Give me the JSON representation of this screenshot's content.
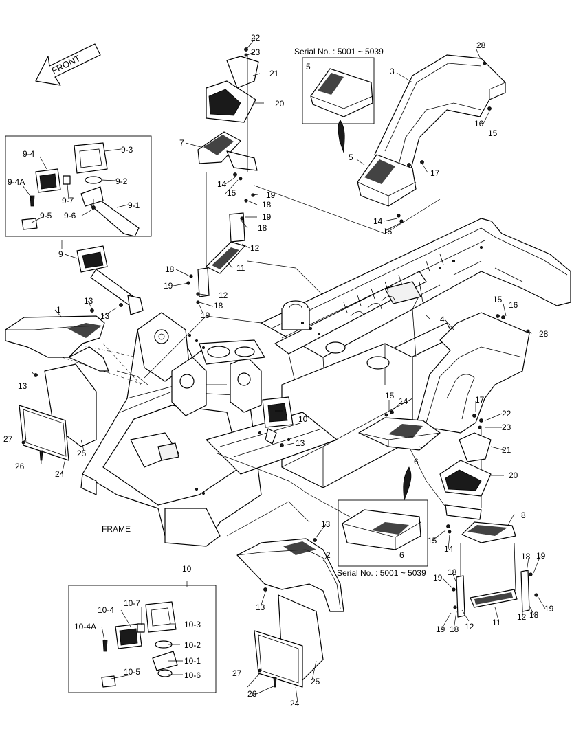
{
  "front_label": "FRONT",
  "frame_label": "FRAME",
  "serial_note_top": "Serial No. : 5001 ~ 5039",
  "serial_note_bottom": "Serial No. : 5001 ~ 5039",
  "callouts": {
    "c1": "1",
    "c2": "2",
    "c3": "3",
    "c4": "4",
    "c5a": "5",
    "c5b": "5",
    "c6a": "6",
    "c6b": "6",
    "c7": "7",
    "c8": "8",
    "c9": "9",
    "c10": "10",
    "c10b": "10",
    "c11a": "11",
    "c11b": "11",
    "c12a": "12",
    "c12b": "12",
    "c12c": "12",
    "c12d": "12",
    "c13a": "13",
    "c13b": "13",
    "c13c": "13",
    "c13d": "13",
    "c13e": "13",
    "c13f": "13",
    "c14a": "14",
    "c14b": "14",
    "c14c": "14",
    "c14d": "14",
    "c15a": "15",
    "c15b": "15",
    "c15c": "15",
    "c15d": "15",
    "c15e": "15",
    "c15f": "15",
    "c16a": "16",
    "c16b": "16",
    "c17a": "17",
    "c17b": "17",
    "c18a": "18",
    "c18b": "18",
    "c18c": "18",
    "c18d": "18",
    "c18e": "18",
    "c18f": "18",
    "c18g": "18",
    "c18h": "18",
    "c19a": "19",
    "c19b": "19",
    "c19c": "19",
    "c19d": "19",
    "c19e": "19",
    "c19f": "19",
    "c19g": "19",
    "c19h": "19",
    "c20a": "20",
    "c20b": "20",
    "c21a": "21",
    "c21b": "21",
    "c22a": "22",
    "c22b": "22",
    "c23a": "23",
    "c23b": "23",
    "c24a": "24",
    "c24b": "24",
    "c25a": "25",
    "c25b": "25",
    "c26a": "26",
    "c26b": "26",
    "c27a": "27",
    "c27b": "27",
    "c28a": "28",
    "c28b": "28",
    "c9_1": "9-1",
    "c9_2": "9-2",
    "c9_3": "9-3",
    "c9_4": "9-4",
    "c9_4a": "9-4A",
    "c9_5": "9-5",
    "c9_6": "9-6",
    "c9_7": "9-7",
    "c10_1": "10-1",
    "c10_2": "10-2",
    "c10_3": "10-3",
    "c10_4": "10-4",
    "c10_4a": "10-4A",
    "c10_5": "10-5",
    "c10_6": "10-6",
    "c10_7": "10-7"
  }
}
